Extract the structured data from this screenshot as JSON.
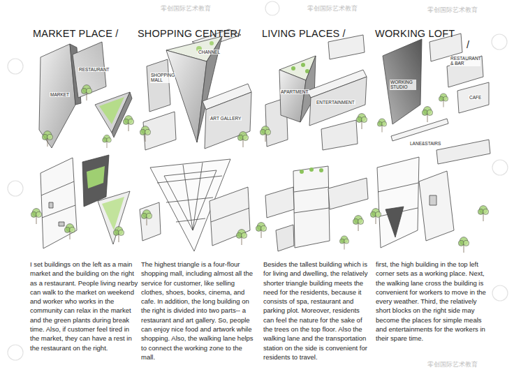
{
  "diagram": {
    "labels": [
      "MARKET PLACE /",
      "SHOPPING CENTER/",
      "LIVING PLACES /",
      "WORKING LOFT",
      "/",
      "MARKET",
      "RESTAURANT",
      "SHOPPING MALL",
      "CHANNEL",
      "ART GALLERY",
      "APARTMENT",
      "ENTERTAINMENT",
      "RESTAURANT & BAR",
      "WORKING STUDIO",
      "CAFE",
      "LANE&STAIRS",
      "I set buildings on the left as a main market and the building on the right as a restaurant. People living nearby can walk to the market on weekend and worker who works in the community can relax in the market and the green plants during break time. Also, if customer feel tired in the market, they can have a rest in the restaurant on the right.",
      "The highest triangle is a four-flour shopping mall, including almost all the service for customer, like selling clothes, shoes, books, cinema, and cafe. In addition, the long building on the right is divided into two parts-- a restaurant and art gallery. So, people can enjoy nice food and artwork while shopping. Also, the walking lane helps to connect the working zone to the mall.",
      "Besides the tallest building which is for living and dwelling, the relatively shorter triangle building meets the need for the residents, because it consists of spa, restaurant and parking plot. Moreover, residents can feel the nature for the sake of the trees on the top floor. Also the walking lane and the transportation station on the side is convenient for residents to travel.",
      "first, the high building in the top left corner sets as a working place. Next, the walking lane cross the building is convenient for workers to move in the every weather. Third, the relatively short blocks on the right side may become the places for simple meals and entertainments for the workers in their spare time.",
      "零创国际艺术教育",
      "零创国际艺术教育",
      "零创国际艺术教育",
      "零创国际艺术教育"
    ]
  }
}
